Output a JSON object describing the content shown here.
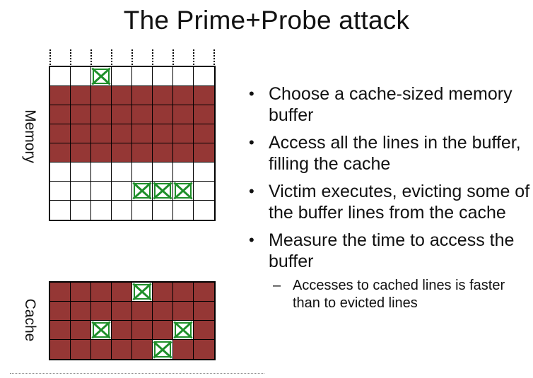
{
  "slide": {
    "title": "The Prime+Probe attack",
    "labels": {
      "memory": "Memory",
      "cache": "Cache"
    }
  },
  "memory_grid": {
    "columns": 8,
    "rows": [
      [
        "empty",
        "empty",
        "x",
        "empty",
        "empty",
        "empty",
        "empty",
        "empty"
      ],
      [
        "filled",
        "filled",
        "filled",
        "filled",
        "filled",
        "filled",
        "filled",
        "filled"
      ],
      [
        "filled",
        "filled",
        "filled",
        "filled",
        "filled",
        "filled",
        "filled",
        "filled"
      ],
      [
        "filled",
        "filled",
        "filled",
        "filled",
        "filled",
        "filled",
        "filled",
        "filled"
      ],
      [
        "filled",
        "filled",
        "filled",
        "filled",
        "filled",
        "filled",
        "filled",
        "filled"
      ],
      [
        "empty",
        "empty",
        "empty",
        "empty",
        "empty",
        "empty",
        "empty",
        "empty"
      ],
      [
        "empty",
        "empty",
        "empty",
        "empty",
        "x",
        "x",
        "x",
        "empty"
      ],
      [
        "empty",
        "empty",
        "empty",
        "empty",
        "empty",
        "empty",
        "empty",
        "empty"
      ]
    ]
  },
  "cache_grid": {
    "columns": 8,
    "rows": [
      [
        "filled",
        "filled",
        "filled",
        "filled",
        "x",
        "filled",
        "filled",
        "filled"
      ],
      [
        "filled",
        "filled",
        "filled",
        "filled",
        "filled",
        "filled",
        "filled",
        "filled"
      ],
      [
        "filled",
        "filled",
        "x",
        "filled",
        "filled",
        "filled",
        "x",
        "filled"
      ],
      [
        "filled",
        "filled",
        "filled",
        "filled",
        "filled",
        "x",
        "filled",
        "filled"
      ]
    ]
  },
  "bullets": [
    {
      "text": "Choose a  cache-sized memory buffer"
    },
    {
      "text": "Access all the lines in the buffer, filling the cache"
    },
    {
      "text": "Victim executes, evicting some of the buffer lines from the cache"
    },
    {
      "text": "Measure the time to access the buffer",
      "sub": [
        "Accesses to cached lines is faster than to evicted lines"
      ]
    }
  ],
  "colors": {
    "filled": "#953735",
    "evicted_mark": "#1f8f2a",
    "empty": "#ffffff"
  }
}
